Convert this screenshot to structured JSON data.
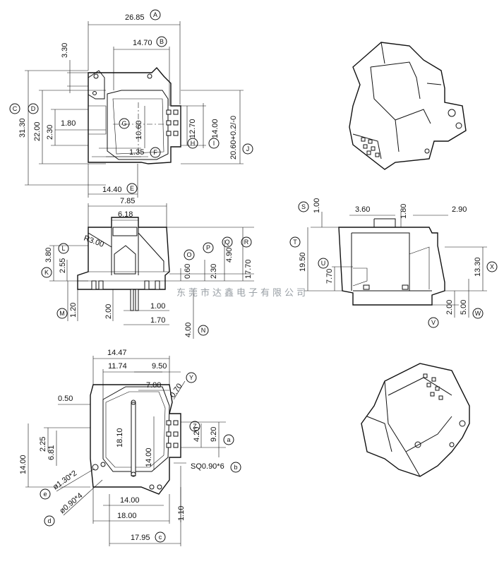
{
  "dimensions": {
    "top_view": {
      "width_A": "26.85",
      "width_B": "14.70",
      "top_offset": "3.30",
      "height_C": "31.30",
      "height_D": "22.00",
      "left_2_30": "2.30",
      "left_1_80": "1.80",
      "g_10_60": "10.60",
      "f_1_35": "1.35",
      "h_12_70": "12.70",
      "i_14_00": "14.00",
      "j_20_60": "20.60+0.2/-0",
      "e_14_40": "14.40"
    },
    "front_view": {
      "w_7_85": "7.85",
      "w_6_18": "6.18",
      "radius": "R3.00",
      "l_3_80": "3.80",
      "k_2_55": "2.55",
      "o_0_60": "0.60",
      "p_2_30": "2.30",
      "q_4_90": "4.90",
      "r_17_70": "17.70",
      "m_1_20": "1.20",
      "pin_2_00": "2.00",
      "pin_1_00": "1.00",
      "pin_1_70": "1.70",
      "n_4_00": "4.00"
    },
    "side_view": {
      "s_1_00": "1.00",
      "w_3_60": "3.60",
      "w_1_80": "1.80",
      "w_2_90": "2.90",
      "t_19_50": "19.50",
      "u_7_70": "7.70",
      "x_13_30": "13.30",
      "v_2_00": "2.00",
      "w_5_00": "5.00"
    },
    "bottom_view": {
      "w_14_47": "14.47",
      "w_11_74": "11.74",
      "w_9_50": "9.50",
      "w_7_00": "7.00",
      "y_0_70": "0.70",
      "w_0_50": "0.50",
      "h_2_25": "2.25",
      "h_6_81": "6.81",
      "h_14_00": "14.00",
      "h_18_10": "18.10",
      "h_14_00b": "14.00",
      "z_4_20": "4.20",
      "a_9_20": "9.20",
      "b_sq": "SQ0.90*6",
      "e_hole": "ø1.30*2",
      "d_hole": "ø0.90*4",
      "w_14_00": "14.00",
      "w_18_00": "18.00",
      "c_17_95": "17.95",
      "h_1_10": "1.10"
    }
  },
  "callouts": {
    "A": "A",
    "B": "B",
    "C": "C",
    "D": "D",
    "E": "E",
    "F": "F",
    "G": "G",
    "H": "H",
    "I": "I",
    "J": "J",
    "K": "K",
    "L": "L",
    "M": "M",
    "N": "N",
    "O": "O",
    "P": "P",
    "Q": "Q",
    "R": "R",
    "S": "S",
    "T": "T",
    "U": "U",
    "V": "V",
    "W": "W",
    "X": "X",
    "Y": "Y",
    "Z": "Z",
    "a": "a",
    "b": "b",
    "c": "c",
    "d": "d",
    "e": "e"
  },
  "watermark": "东莞市达鑫电子有限公司"
}
